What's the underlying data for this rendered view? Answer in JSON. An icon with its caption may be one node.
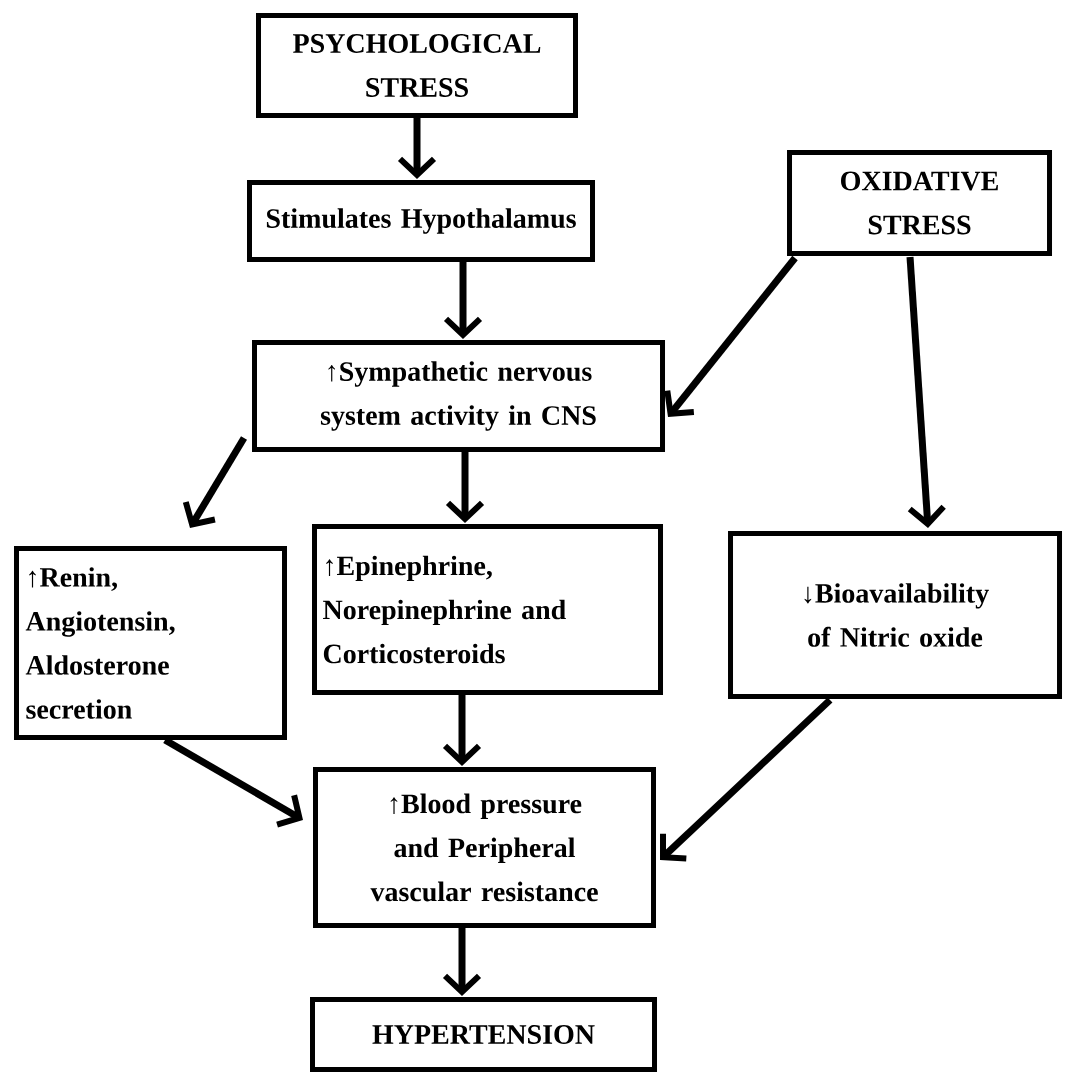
{
  "diagram": {
    "nodes": [
      {
        "text": [
          "PSYCHOLOGICAL STRESS"
        ]
      },
      {
        "text": [
          "Stimulates Hypothalamus"
        ]
      },
      {
        "text": [
          "OXIDATIVE STRESS"
        ]
      },
      {
        "text": [
          "↑Sympathetic nervous system activity in CNS"
        ]
      },
      {
        "text": [
          "↑Renin, Angiotensin, Aldosterone secretion"
        ]
      },
      {
        "text": [
          "↑Epinephrine, Norepinephrine and Corticosteroids"
        ]
      },
      {
        "text": [
          "↓Bioavailability of Nitric oxide"
        ]
      },
      {
        "text": [
          "↑Blood pressure and Peripheral vascular resistance"
        ]
      },
      {
        "text": [
          "HYPERTENSION"
        ]
      }
    ],
    "edges": [
      {
        "from": 0,
        "to": 1,
        "arrow": "to"
      },
      {
        "from": 1,
        "to": 3,
        "arrow": "to"
      },
      {
        "from": 2,
        "to": 3,
        "arrow": "to"
      },
      {
        "from": 3,
        "to": 4,
        "arrow": "to"
      },
      {
        "from": 3,
        "to": 5,
        "arrow": "to"
      },
      {
        "from": 2,
        "to": 6,
        "arrow": "to"
      },
      {
        "from": 4,
        "to": 7,
        "arrow": "to"
      },
      {
        "from": 5,
        "to": 7,
        "arrow": "to"
      },
      {
        "from": 6,
        "to": 7,
        "arrow": "to"
      },
      {
        "from": 7,
        "to": 8,
        "arrow": "to"
      }
    ]
  }
}
